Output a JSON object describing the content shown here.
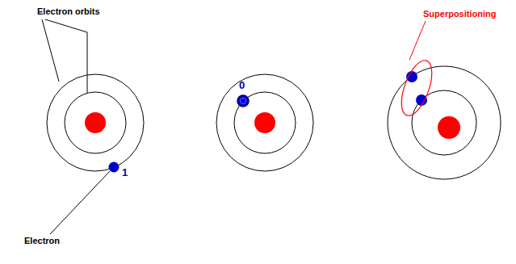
{
  "diagram": {
    "labels": [
      "Electron orbits",
      "Electron",
      "1",
      "0",
      "Superpositioning"
    ]
  }
}
